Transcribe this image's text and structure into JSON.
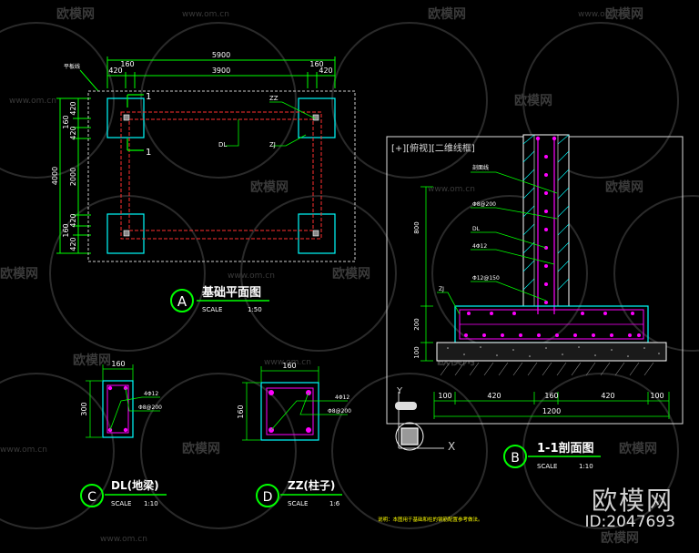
{
  "plan": {
    "total_width": "5900",
    "dims_top": [
      "420",
      "160",
      "3900",
      "160",
      "420"
    ],
    "dims_left": [
      "4000",
      "420",
      "160",
      "420",
      "2000",
      "420",
      "160",
      "420"
    ],
    "label_left": "平板线",
    "marks": [
      "1",
      "1"
    ],
    "zz_label": "ZZ",
    "dl_label": "DL",
    "zj_label": "ZJ",
    "title_letter": "A",
    "title": "基础平面图",
    "scale_label": "SCALE",
    "scale_value": "1:50"
  },
  "section": {
    "viewport_label": "[+][俯视][二维线框]",
    "labels": [
      "剖面线",
      "Φ8@200",
      "DL",
      "4Φ12",
      "Φ12@150",
      "ZJ"
    ],
    "dim_v": [
      "800",
      "200",
      "100"
    ],
    "dims_bottom": [
      "100",
      "420",
      "160",
      "420",
      "100"
    ],
    "total": "1200",
    "title_letter": "B",
    "title": "1-1剖面图",
    "scale_label": "SCALE",
    "scale_value": "1:10"
  },
  "dl": {
    "width": "160",
    "height": "300",
    "rebar": "4Φ12",
    "stirrup": "Φ8@200",
    "title_letter": "C",
    "title": "DL(地梁)",
    "scale_label": "SCALE",
    "scale_value": "1:10"
  },
  "zz": {
    "width": "160",
    "height": "160",
    "rebar": "4Φ12",
    "stirrup": "Φ8@200",
    "title_letter": "D",
    "title": "ZZ(柱子)",
    "scale_label": "SCALE",
    "scale_value": "1:6"
  },
  "note": "说明：本图用于基础和柱的钢筋配置参考做法。",
  "ucs": {
    "y": "Y",
    "x": "X"
  },
  "watermark": {
    "brand": "欧模网",
    "url": "www.om.cn",
    "id": "ID:2047693"
  },
  "colors": {
    "background": "#000000",
    "dimension": "#00ff00",
    "outline": "#00ffff",
    "rebar": "#ff00ff",
    "axis": "#ff3030",
    "text": "#ffffff",
    "accent": "#ffff00"
  }
}
